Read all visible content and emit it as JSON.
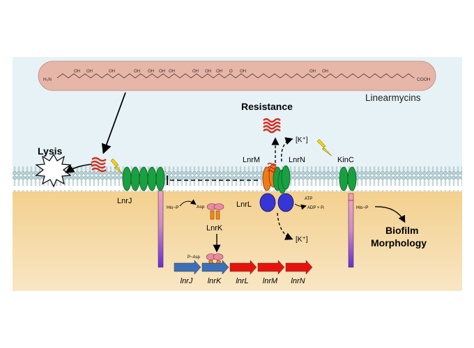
{
  "molecule": {
    "name": "Linearmycins",
    "formula_terminus_left": "H₂N",
    "formula_terminus_right": "COOH",
    "hydroxyl_label": "OH",
    "carbonyl_label": "O"
  },
  "labels": {
    "resistance": "Resistance",
    "lysis": "Lysis",
    "biofilm_line1": "Biofilm",
    "biofilm_line2": "Morphology",
    "k_ion_out": "[K⁺]",
    "k_ion_in": "[K⁺]",
    "atp": "ATP",
    "adp": "ADP + Pᵢ"
  },
  "proteins": {
    "lnrj": "LnrJ",
    "lnrm": "LnrM",
    "lnrn": "LnrN",
    "lnrl": "LnrL",
    "lnrk": "LnrK",
    "kinc": "KinC"
  },
  "phospho": {
    "his_p_lnrj": "His~P",
    "asp": "Asp",
    "p_asp": "P~Asp",
    "his_p_kinc": "His~P"
  },
  "genes": [
    {
      "name": "lnrJ",
      "color": "#3d6fb6"
    },
    {
      "name": "lnrK",
      "color": "#3d6fb6"
    },
    {
      "name": "lnrL",
      "color": "#e8120c"
    },
    {
      "name": "lnrM",
      "color": "#e8120c"
    },
    {
      "name": "lnrN",
      "color": "#e8120c"
    }
  ],
  "colors": {
    "extracellular": "#e7f2f6",
    "cytoplasm": "#f4d69c",
    "molecule_fill": "#e6b6a8",
    "helix_green": "#19a040",
    "helix_orange": "#f07a1a",
    "atpase_blue": "#3636d6",
    "lysis_red": "#d52a1a"
  }
}
